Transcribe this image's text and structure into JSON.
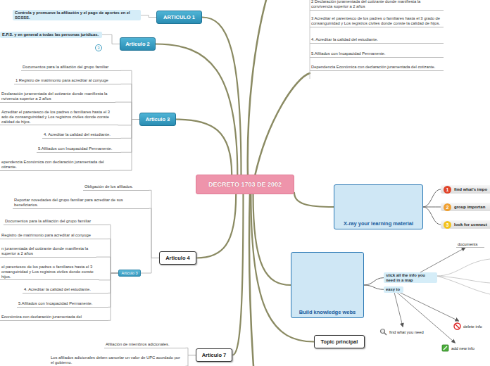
{
  "diagram": {
    "nodes": [
      {
        "text": [
          "DECRETO 1703 DE 2002"
        ]
      },
      {
        "text": [
          "ARTICULO 1"
        ]
      },
      {
        "text": [
          "Controla y promueve la afiliación y el pago de aportes en el SGSSS."
        ]
      },
      {
        "text": [
          "Articulo 2"
        ]
      },
      {
        "text": [
          "E.P.S. y en general a todas las personas jurídicas."
        ]
      },
      {
        "text": [
          "Articulo 3"
        ]
      },
      {
        "text": [
          "Documentos para la afiliación del grupo familiar"
        ]
      },
      {
        "text": [
          "1 Registro de matrimonio para acreditar al conyuge"
        ]
      },
      {
        "text": [
          "Declaración juramentada del cotizante donde manifiesta la nvivencia superior a 2 años"
        ]
      },
      {
        "text": [
          "Acreditar el parentesco de los padres o familiares hasta el 3 ado de consanguinidad y Los registros civiles donde conste calidad de hijos."
        ]
      },
      {
        "text": [
          "4. Acreditar la calidad del estudiante."
        ]
      },
      {
        "text": [
          "5.Afiliados con Incapacidad Permanente."
        ]
      },
      {
        "text": [
          "ependencia Económica con declaración juramentada del otizante."
        ]
      },
      {
        "text": [
          "Articulo 4"
        ]
      },
      {
        "text": [
          "Obligación de los afiliados."
        ]
      },
      {
        "text": [
          "Reportar novedades del grupo familiar para acreditar de sus beneficiarios."
        ]
      },
      {
        "text": [
          "Articulo 3"
        ]
      },
      {
        "text": [
          "Documentos para la afiliación del grupo familiar"
        ]
      },
      {
        "text": [
          "Registro de matrimonio para acreditar al conyuge"
        ]
      },
      {
        "text": [
          "n juramentada del cotizante donde manifiesta la superior a 2 años"
        ]
      },
      {
        "text": [
          "el parentesco de los padres o familiares hasta el 3 onsanguinidad y Los registros civiles donde conste hijos."
        ]
      },
      {
        "text": [
          "4. Acreditar la calidad del estudiante."
        ]
      },
      {
        "text": [
          "5.Afiliados con Incapacidad Permanente."
        ]
      },
      {
        "text": [
          "Económica con declaración juramentada del"
        ]
      },
      {
        "text": [
          "Articulo 7"
        ]
      },
      {
        "text": [
          "Afiliación de miembros adicionales."
        ]
      },
      {
        "text": [
          "Los afiliados adicionales deben cancelar un valor de UPC acordado por el gobierno."
        ]
      },
      {
        "text": [
          "2 Declaración juramentada del cotizante donde manifiesta la convivencia superior a 2 años"
        ]
      },
      {
        "text": [
          "3 Acreditar el parentesco de los padres o familiares hasta el 3 grado de consanguinidad y Los registros civiles donde conste la calidad de hijos."
        ]
      },
      {
        "text": [
          "4. Acreditar la calidad del estudiante."
        ]
      },
      {
        "text": [
          "5.Afiliados con Incapacidad Permanente."
        ]
      },
      {
        "text": [
          "Dependencia Económica con declaración juramentada del cotizante."
        ]
      },
      {
        "text": [
          "X-ray your learning material"
        ]
      },
      {
        "text": [
          "find what's impo"
        ]
      },
      {
        "text": [
          "group importan"
        ]
      },
      {
        "text": [
          "look for connect"
        ]
      },
      {
        "text": [
          "Build knowledge webs"
        ]
      },
      {
        "text": [
          "stick all the info you need in a map"
        ]
      },
      {
        "text": [
          "documents"
        ]
      },
      {
        "text": [
          "easy to"
        ]
      },
      {
        "text": [
          "find what you need"
        ]
      },
      {
        "text": [
          "delete info"
        ]
      },
      {
        "text": [
          "add new info"
        ]
      },
      {
        "text": [
          "Topic principal"
        ]
      }
    ],
    "edges": [
      {
        "from": 0,
        "to": 1,
        "arrow": "none"
      },
      {
        "from": 0,
        "to": 3,
        "arrow": "none"
      },
      {
        "from": 0,
        "to": 5,
        "arrow": "none"
      },
      {
        "from": 0,
        "to": 13,
        "arrow": "none"
      },
      {
        "from": 0,
        "to": 24,
        "arrow": "none"
      },
      {
        "from": 0,
        "to": 32,
        "arrow": "none"
      },
      {
        "from": 0,
        "to": 36,
        "arrow": "none"
      },
      {
        "from": 0,
        "to": 43,
        "arrow": "none"
      },
      {
        "from": 1,
        "to": 2,
        "arrow": "none"
      },
      {
        "from": 3,
        "to": 4,
        "arrow": "none"
      },
      {
        "from": 5,
        "to": 6,
        "arrow": "none"
      },
      {
        "from": 5,
        "to": 7,
        "arrow": "none"
      },
      {
        "from": 5,
        "to": 8,
        "arrow": "none"
      },
      {
        "from": 5,
        "to": 9,
        "arrow": "none"
      },
      {
        "from": 5,
        "to": 10,
        "arrow": "none"
      },
      {
        "from": 5,
        "to": 11,
        "arrow": "none"
      },
      {
        "from": 5,
        "to": 12,
        "arrow": "none"
      },
      {
        "from": 13,
        "to": 14,
        "arrow": "none"
      },
      {
        "from": 13,
        "to": 15,
        "arrow": "none"
      },
      {
        "from": 13,
        "to": 16,
        "arrow": "none"
      },
      {
        "from": 16,
        "to": 17,
        "arrow": "none"
      },
      {
        "from": 16,
        "to": 18,
        "arrow": "none"
      },
      {
        "from": 16,
        "to": 19,
        "arrow": "none"
      },
      {
        "from": 16,
        "to": 20,
        "arrow": "none"
      },
      {
        "from": 16,
        "to": 21,
        "arrow": "none"
      },
      {
        "from": 16,
        "to": 22,
        "arrow": "none"
      },
      {
        "from": 16,
        "to": 23,
        "arrow": "none"
      },
      {
        "from": 24,
        "to": 25,
        "arrow": "none"
      },
      {
        "from": 24,
        "to": 26,
        "arrow": "none"
      },
      {
        "from": 32,
        "to": 33,
        "arrow": "none"
      },
      {
        "from": 32,
        "to": 34,
        "arrow": "none"
      },
      {
        "from": 32,
        "to": 35,
        "arrow": "none"
      },
      {
        "from": 36,
        "to": 37,
        "arrow": "none"
      },
      {
        "from": 36,
        "to": 39,
        "arrow": "none"
      },
      {
        "from": 37,
        "to": 38,
        "arrow": "to"
      },
      {
        "from": 39,
        "to": 40,
        "arrow": "to"
      },
      {
        "from": 39,
        "to": 41,
        "arrow": "to"
      },
      {
        "from": 39,
        "to": 42,
        "arrow": "to"
      }
    ],
    "labels": [
      "3",
      "1",
      "2",
      "3"
    ]
  }
}
